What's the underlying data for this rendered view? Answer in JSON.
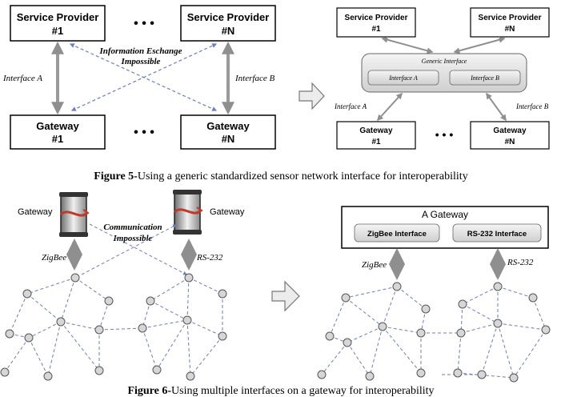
{
  "figure5": {
    "left": {
      "sp1": [
        "Service Provider",
        "#1"
      ],
      "spN": [
        "Service Provider",
        "#N"
      ],
      "gw1": [
        "Gateway",
        "#1"
      ],
      "gwN": [
        "Gateway",
        "#N"
      ],
      "dots": "• • •",
      "info_line1": "Information Eschange",
      "info_line2": "Impossible",
      "interface_a": "Interface A",
      "interface_b": "Interface B"
    },
    "right": {
      "sp1": [
        "Service Provider",
        "#1"
      ],
      "spN": [
        "Service Provider",
        "#N"
      ],
      "generic": "Generic Interface",
      "iface_a": "Interface A",
      "iface_b": "Interface B",
      "interface_a": "Interface A",
      "interface_b": "Interface B",
      "gw1": [
        "Gateway",
        "#1"
      ],
      "gwN": [
        "Gateway",
        "#N"
      ],
      "dots": "• • •"
    },
    "caption_prefix": "Figure 5-",
    "caption_text": "Using a generic standardized sensor network interface for interoperability"
  },
  "figure6": {
    "left": {
      "gateway_left": "Gateway",
      "gateway_right": "Gateway",
      "comm_line1": "Communication",
      "comm_line2": "Impossible",
      "zigbee": "ZigBee",
      "rs232": "RS-232"
    },
    "right": {
      "title": "A Gateway",
      "zigbee_iface": "ZigBee Interface",
      "rs232_iface": "RS-232 Interface",
      "zigbee": "ZigBee",
      "rs232": "RS-232"
    },
    "caption_prefix": "Figure 6-",
    "caption_text": "Using multiple interfaces on a gateway for interoperability"
  },
  "colors": {
    "box_stroke": "#000000",
    "arrow_gray": "#9a9a9a",
    "dashed_blue": "#6b7fb8",
    "node_fill": "#d6d6d6",
    "panel_fill": "#dcdcdc"
  }
}
